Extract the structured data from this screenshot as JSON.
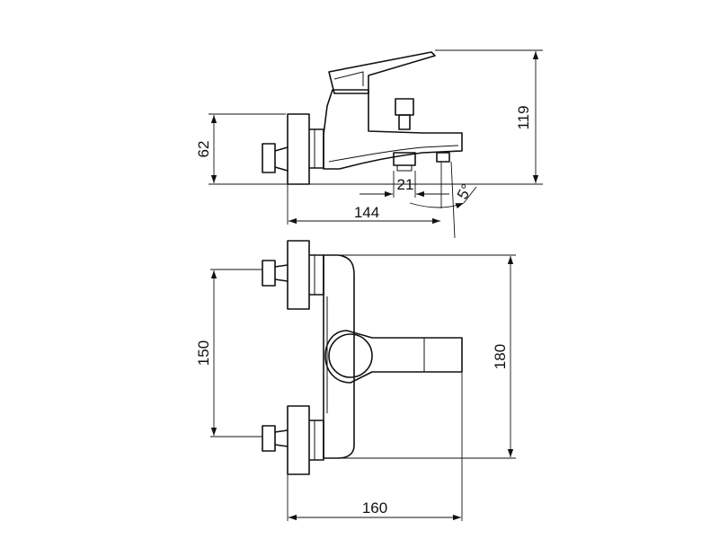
{
  "dimensions": {
    "side_height_total": "119",
    "side_wall_height": "62",
    "spout_outlet": "21",
    "spout_angle": "5°",
    "side_depth": "144",
    "front_inlet_spacing": "150",
    "front_body_height": "180",
    "front_width": "160"
  }
}
